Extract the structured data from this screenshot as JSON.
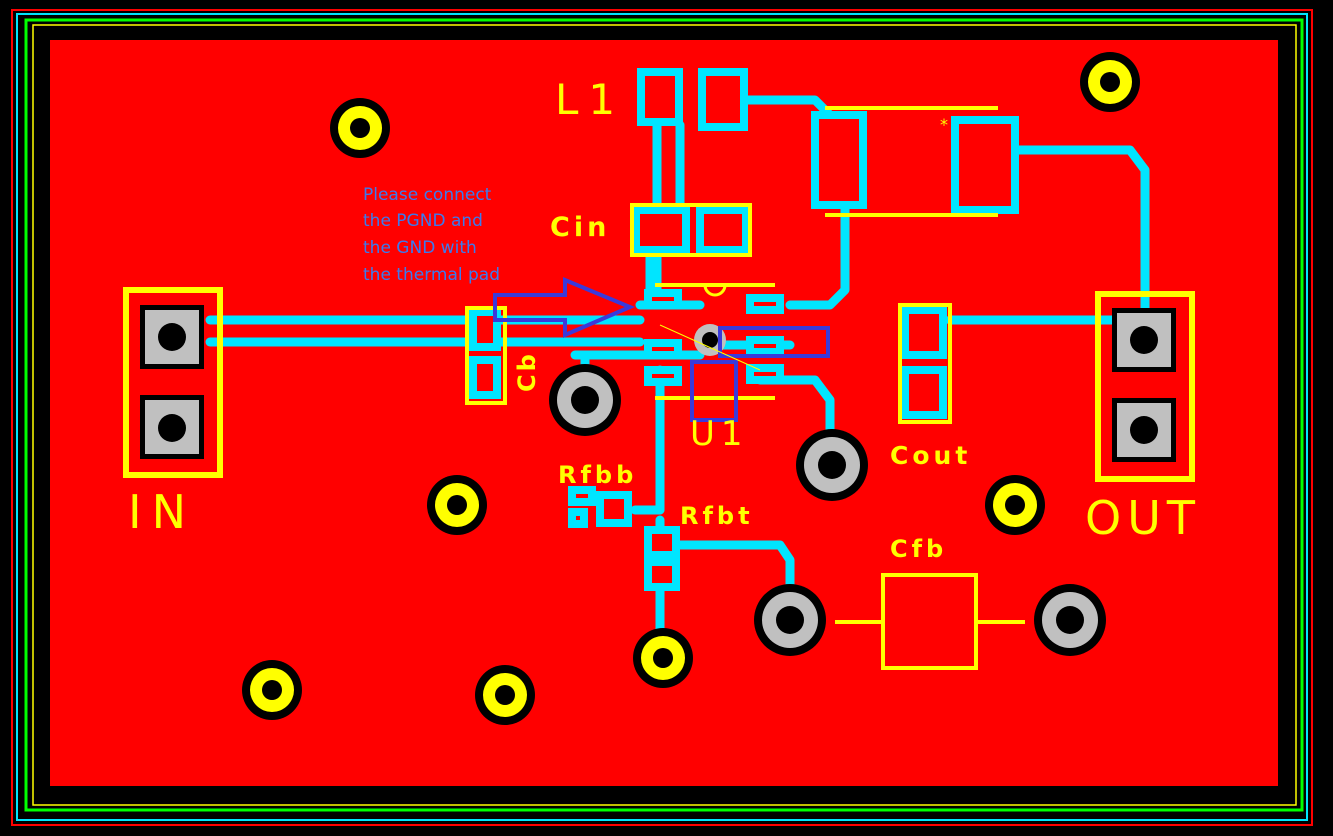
{
  "colors": {
    "background": "#000000",
    "copper": "#FF0000",
    "trace": "#00E5FF",
    "silkscreen": "#FFFF00",
    "annotation": "#3A3ADB",
    "note_text": "#3A7BEF",
    "outline_green": "#00FF00",
    "pad_grey": "#C0C0C0"
  },
  "labels": {
    "l1": "L1",
    "cin": "Cin",
    "cb": "Cb",
    "u1": "U1",
    "cout": "Cout",
    "rfbb": "Rfbb",
    "rfbt": "Rfbt",
    "cfb": "Cfb",
    "in": "IN",
    "out": "OUT"
  },
  "note": {
    "line1": "Please connect",
    "line2": "the PGND and",
    "line3": "the GND with",
    "line4": "the thermal pad"
  }
}
